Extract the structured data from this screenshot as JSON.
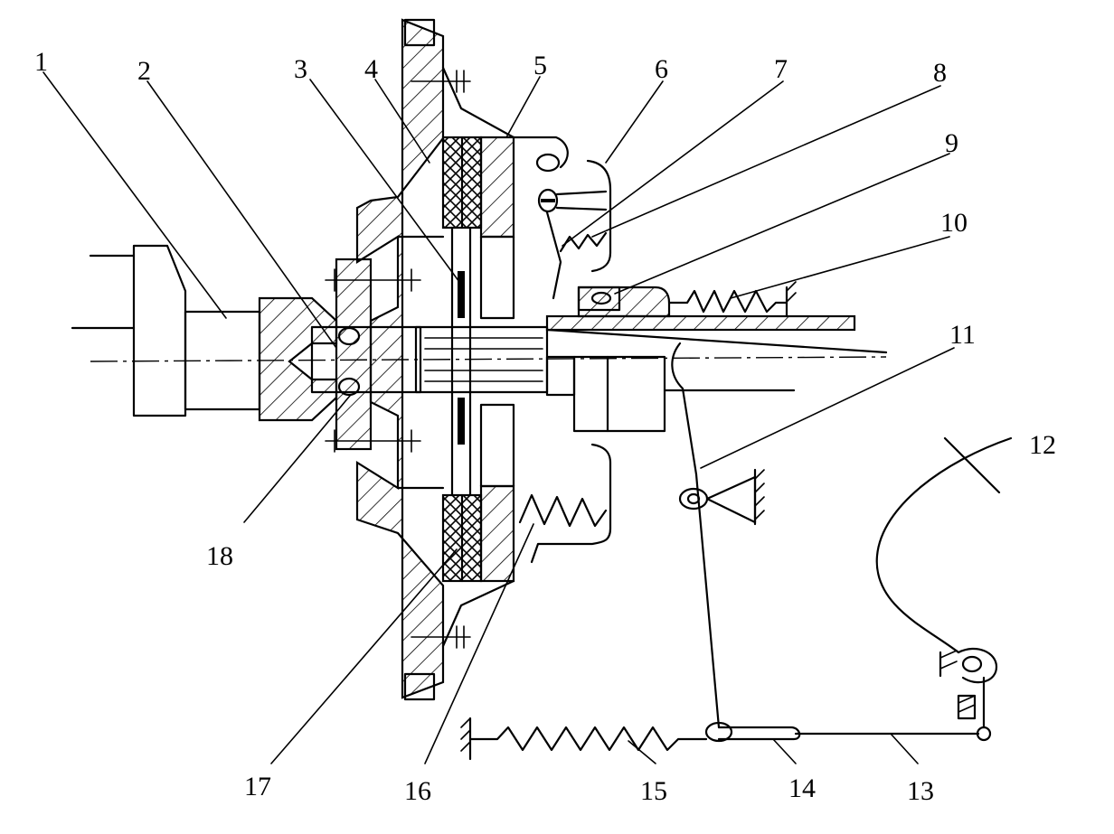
{
  "callouts": [
    "1",
    "2",
    "3",
    "4",
    "5",
    "6",
    "7",
    "8",
    "9",
    "10",
    "11",
    "12",
    "13",
    "14",
    "15",
    "16",
    "17",
    "18"
  ],
  "colors": {
    "ink": "#000000",
    "paper": "#ffffff"
  }
}
